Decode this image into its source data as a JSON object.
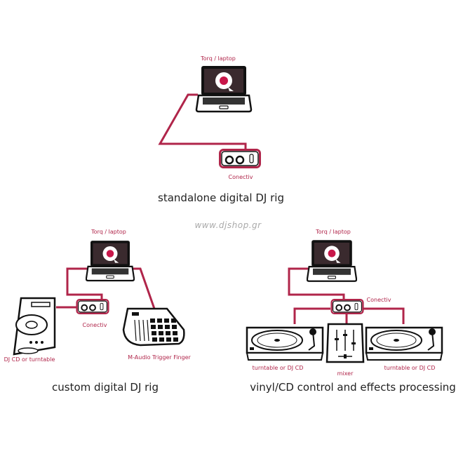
{
  "colors": {
    "cable": "#b0254a",
    "outline": "#111111",
    "label": "#b0254a"
  },
  "watermark": "www.djshop.gr",
  "rigs": [
    {
      "caption": "standalone digital DJ rig",
      "labels": {
        "laptop": "Torq / laptop",
        "interface": "Conectiv"
      }
    },
    {
      "caption": "custom digital DJ rig",
      "labels": {
        "laptop": "Torq / laptop",
        "interface": "Conectiv",
        "cd": "DJ CD or turntable",
        "controller": "M-Audio Trigger Finger"
      }
    },
    {
      "caption": "vinyl/CD control and effects processing",
      "labels": {
        "laptop": "Torq / laptop",
        "interface": "Conectiv",
        "deck_left": "turntable or DJ CD",
        "mixer": "mixer",
        "deck_right": "turntable or DJ CD"
      }
    }
  ]
}
